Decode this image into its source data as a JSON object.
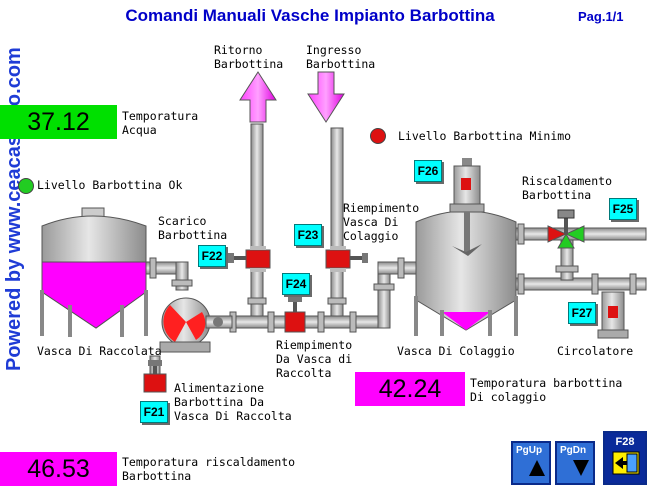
{
  "header": {
    "title": "Comandi Manuali Vasche Impianto Barbottina",
    "page": "Pag.1/1"
  },
  "sidebar_text": "Powered by www.ceacassino.com",
  "readouts": {
    "temp_acqua": {
      "value": "37.12",
      "label": "Temporatura\nAcqua",
      "color": "#00e000"
    },
    "temp_colaggio": {
      "value": "42.24",
      "label": "Temporatura barbottina\nDi colaggio",
      "color": "#ff00ff"
    },
    "temp_riscaldamento": {
      "value": "46.53",
      "label": "Temporatura riscaldamento\nBarbottina",
      "color": "#ff00ff"
    }
  },
  "indicators": {
    "livello_ok": {
      "label": "Livello Barbottina Ok",
      "color": "#22cc22"
    },
    "livello_minimo": {
      "label": "Livello Barbottina Minimo",
      "color": "#dd1111"
    }
  },
  "labels": {
    "ritorno": "Ritorno\nBarbottina",
    "ingresso": "Ingresso\nBarbottina",
    "scarico": "Scarico\nBarbottina",
    "riempimento_colaggio": "Riempimento\nVasca Di\nColaggio",
    "riempimento_raccolta": "Riempimento\nDa Vasca di\nRaccolta",
    "alimentazione": "Alimentazione\nBarbottina Da\nVasca Di Raccolta",
    "riscaldamento": "Riscaldamento\nBarbottina",
    "vasca_raccolata": "Vasca Di Raccolata",
    "vasca_colaggio": "Vasca Di Colaggio",
    "circolatore": "Circolatore"
  },
  "function_keys": [
    "F21",
    "F22",
    "F23",
    "F24",
    "F25",
    "F26",
    "F27"
  ],
  "nav": {
    "pgup": "PgUp",
    "pgdn": "PgDn",
    "exit": "F28"
  }
}
